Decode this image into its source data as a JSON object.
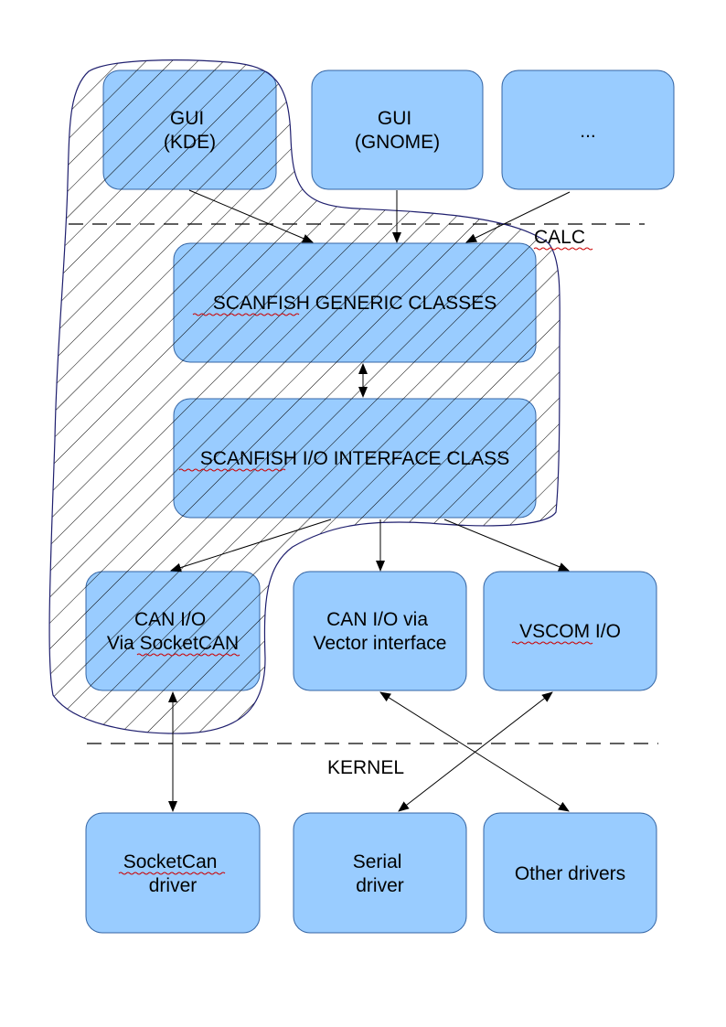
{
  "colors": {
    "box_fill": "#99ccff",
    "box_stroke": "#3465a4",
    "region_stroke": "#1f1f6e",
    "arrow": "#000000",
    "spellcheck": "#cc0000"
  },
  "zones": {
    "calc_label": "CALC",
    "kernel_label": "KERNEL"
  },
  "boxes": {
    "gui_kde": [
      "GUI",
      "(KDE)"
    ],
    "gui_gnome": [
      "GUI",
      "(GNOME)"
    ],
    "gui_more": [
      "..."
    ],
    "generic_classes": [
      "SCANFISH GENERIC CLASSES"
    ],
    "io_interface": [
      "SCANFISH I/O INTERFACE CLASS"
    ],
    "can_socketcan": [
      "CAN I/O",
      "Via SocketCAN"
    ],
    "can_vector": [
      "CAN I/O via",
      "Vector interface"
    ],
    "vscom_io": [
      "VSCOM I/O"
    ],
    "socketcan_driver": [
      "SocketCan",
      "driver"
    ],
    "serial_driver": [
      "Serial",
      "driver"
    ],
    "other_drivers": [
      "Other drivers"
    ]
  }
}
